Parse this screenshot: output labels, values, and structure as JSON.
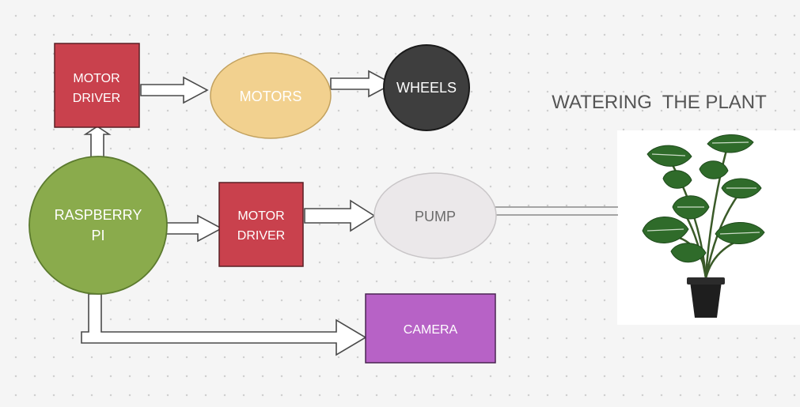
{
  "diagram": {
    "title": "WATERING  THE PLANT",
    "nodes": {
      "motor_driver_top": {
        "line1": "MOTOR",
        "line2": "DRIVER"
      },
      "motors": {
        "label": "MOTORS"
      },
      "wheels": {
        "label": "WHEELS"
      },
      "raspberry_pi": {
        "line1": "RASPBERRY",
        "line2": "PI"
      },
      "motor_driver_mid": {
        "line1": "MOTOR",
        "line2": "DRIVER"
      },
      "pump": {
        "label": "PUMP"
      },
      "camera": {
        "label": "CAMERA"
      }
    },
    "edges": [
      {
        "from": "RASPBERRY PI",
        "to": "MOTOR DRIVER (top)"
      },
      {
        "from": "MOTOR DRIVER (top)",
        "to": "MOTORS"
      },
      {
        "from": "MOTORS",
        "to": "WHEELS"
      },
      {
        "from": "RASPBERRY PI",
        "to": "MOTOR DRIVER (middle)"
      },
      {
        "from": "MOTOR DRIVER (middle)",
        "to": "PUMP"
      },
      {
        "from": "PUMP",
        "to": "plant"
      },
      {
        "from": "RASPBERRY PI",
        "to": "CAMERA"
      }
    ],
    "colors": {
      "motor_driver": "#c9414d",
      "motors": "#f2d18f",
      "wheels": "#3e3e3e",
      "raspberry_pi": "#8aab4c",
      "pump": "#ebe8ea",
      "camera": "#b762c6",
      "title_text": "#555555"
    }
  }
}
